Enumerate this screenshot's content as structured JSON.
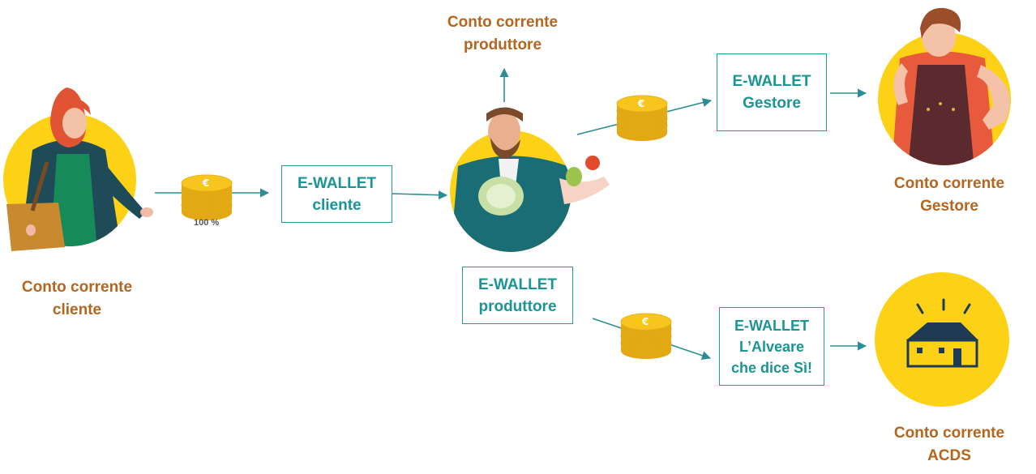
{
  "accounts": {
    "cliente": [
      "Conto corrente",
      "cliente"
    ],
    "produttore": [
      "Conto corrente",
      "produttore"
    ],
    "gestore": [
      "Conto corrente",
      "Gestore"
    ],
    "acds": [
      "Conto corrente",
      "ACDS"
    ]
  },
  "wallets": {
    "cliente": [
      "E-WALLET",
      "cliente"
    ],
    "produttore": [
      "E-WALLET",
      "produttore"
    ],
    "gestore": [
      "E-WALLET",
      "Gestore"
    ],
    "alveare": [
      "E-WALLET",
      "L’Alveare",
      "che dice Sì!"
    ]
  },
  "coin_percentage": "100 %",
  "coin_symbol": "€",
  "colors": {
    "teal": "#1f9b9a",
    "orange_label": "#b5651d",
    "yellow": "#fcd116",
    "coin": "#f7c51e",
    "arrow": "#2d8d95"
  }
}
